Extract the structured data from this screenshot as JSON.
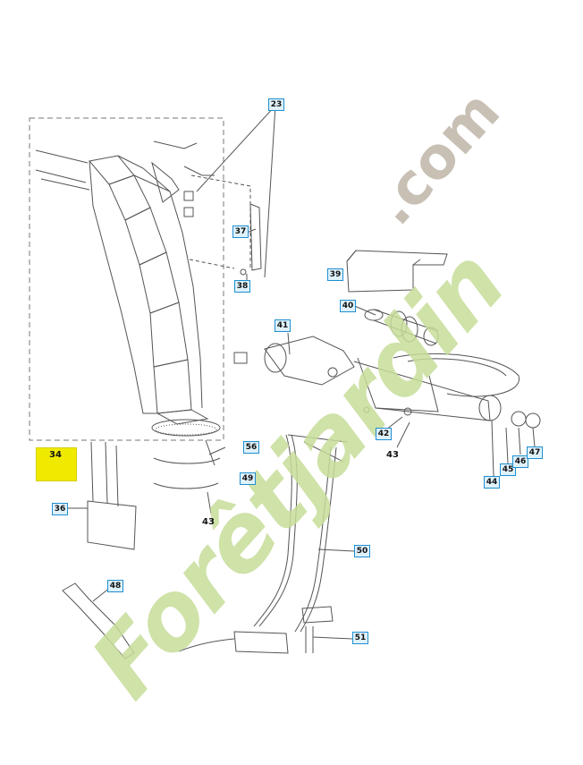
{
  "diagram": {
    "callouts": {
      "c23": "23",
      "c37": "37",
      "c38": "38",
      "c39": "39",
      "c40": "40",
      "c41": "41",
      "c42": "42",
      "c43a": "43",
      "c43b": "43",
      "c44": "44",
      "c45": "45",
      "c46": "46",
      "c47": "47",
      "c34": "34",
      "c36": "36",
      "c48": "48",
      "c49": "49",
      "c50": "50",
      "c51": "51",
      "c56": "56"
    },
    "colors": {
      "line": "#555555",
      "callout_border": "#1f8fd0",
      "callout_fill": "#dff1fb",
      "highlight": "#f0ea00",
      "watermark_green": "#c7dd9a",
      "watermark_dot": "#c8c0b4"
    }
  },
  "watermark": {
    "main": "Forêtjardin",
    "dot": ".com"
  }
}
